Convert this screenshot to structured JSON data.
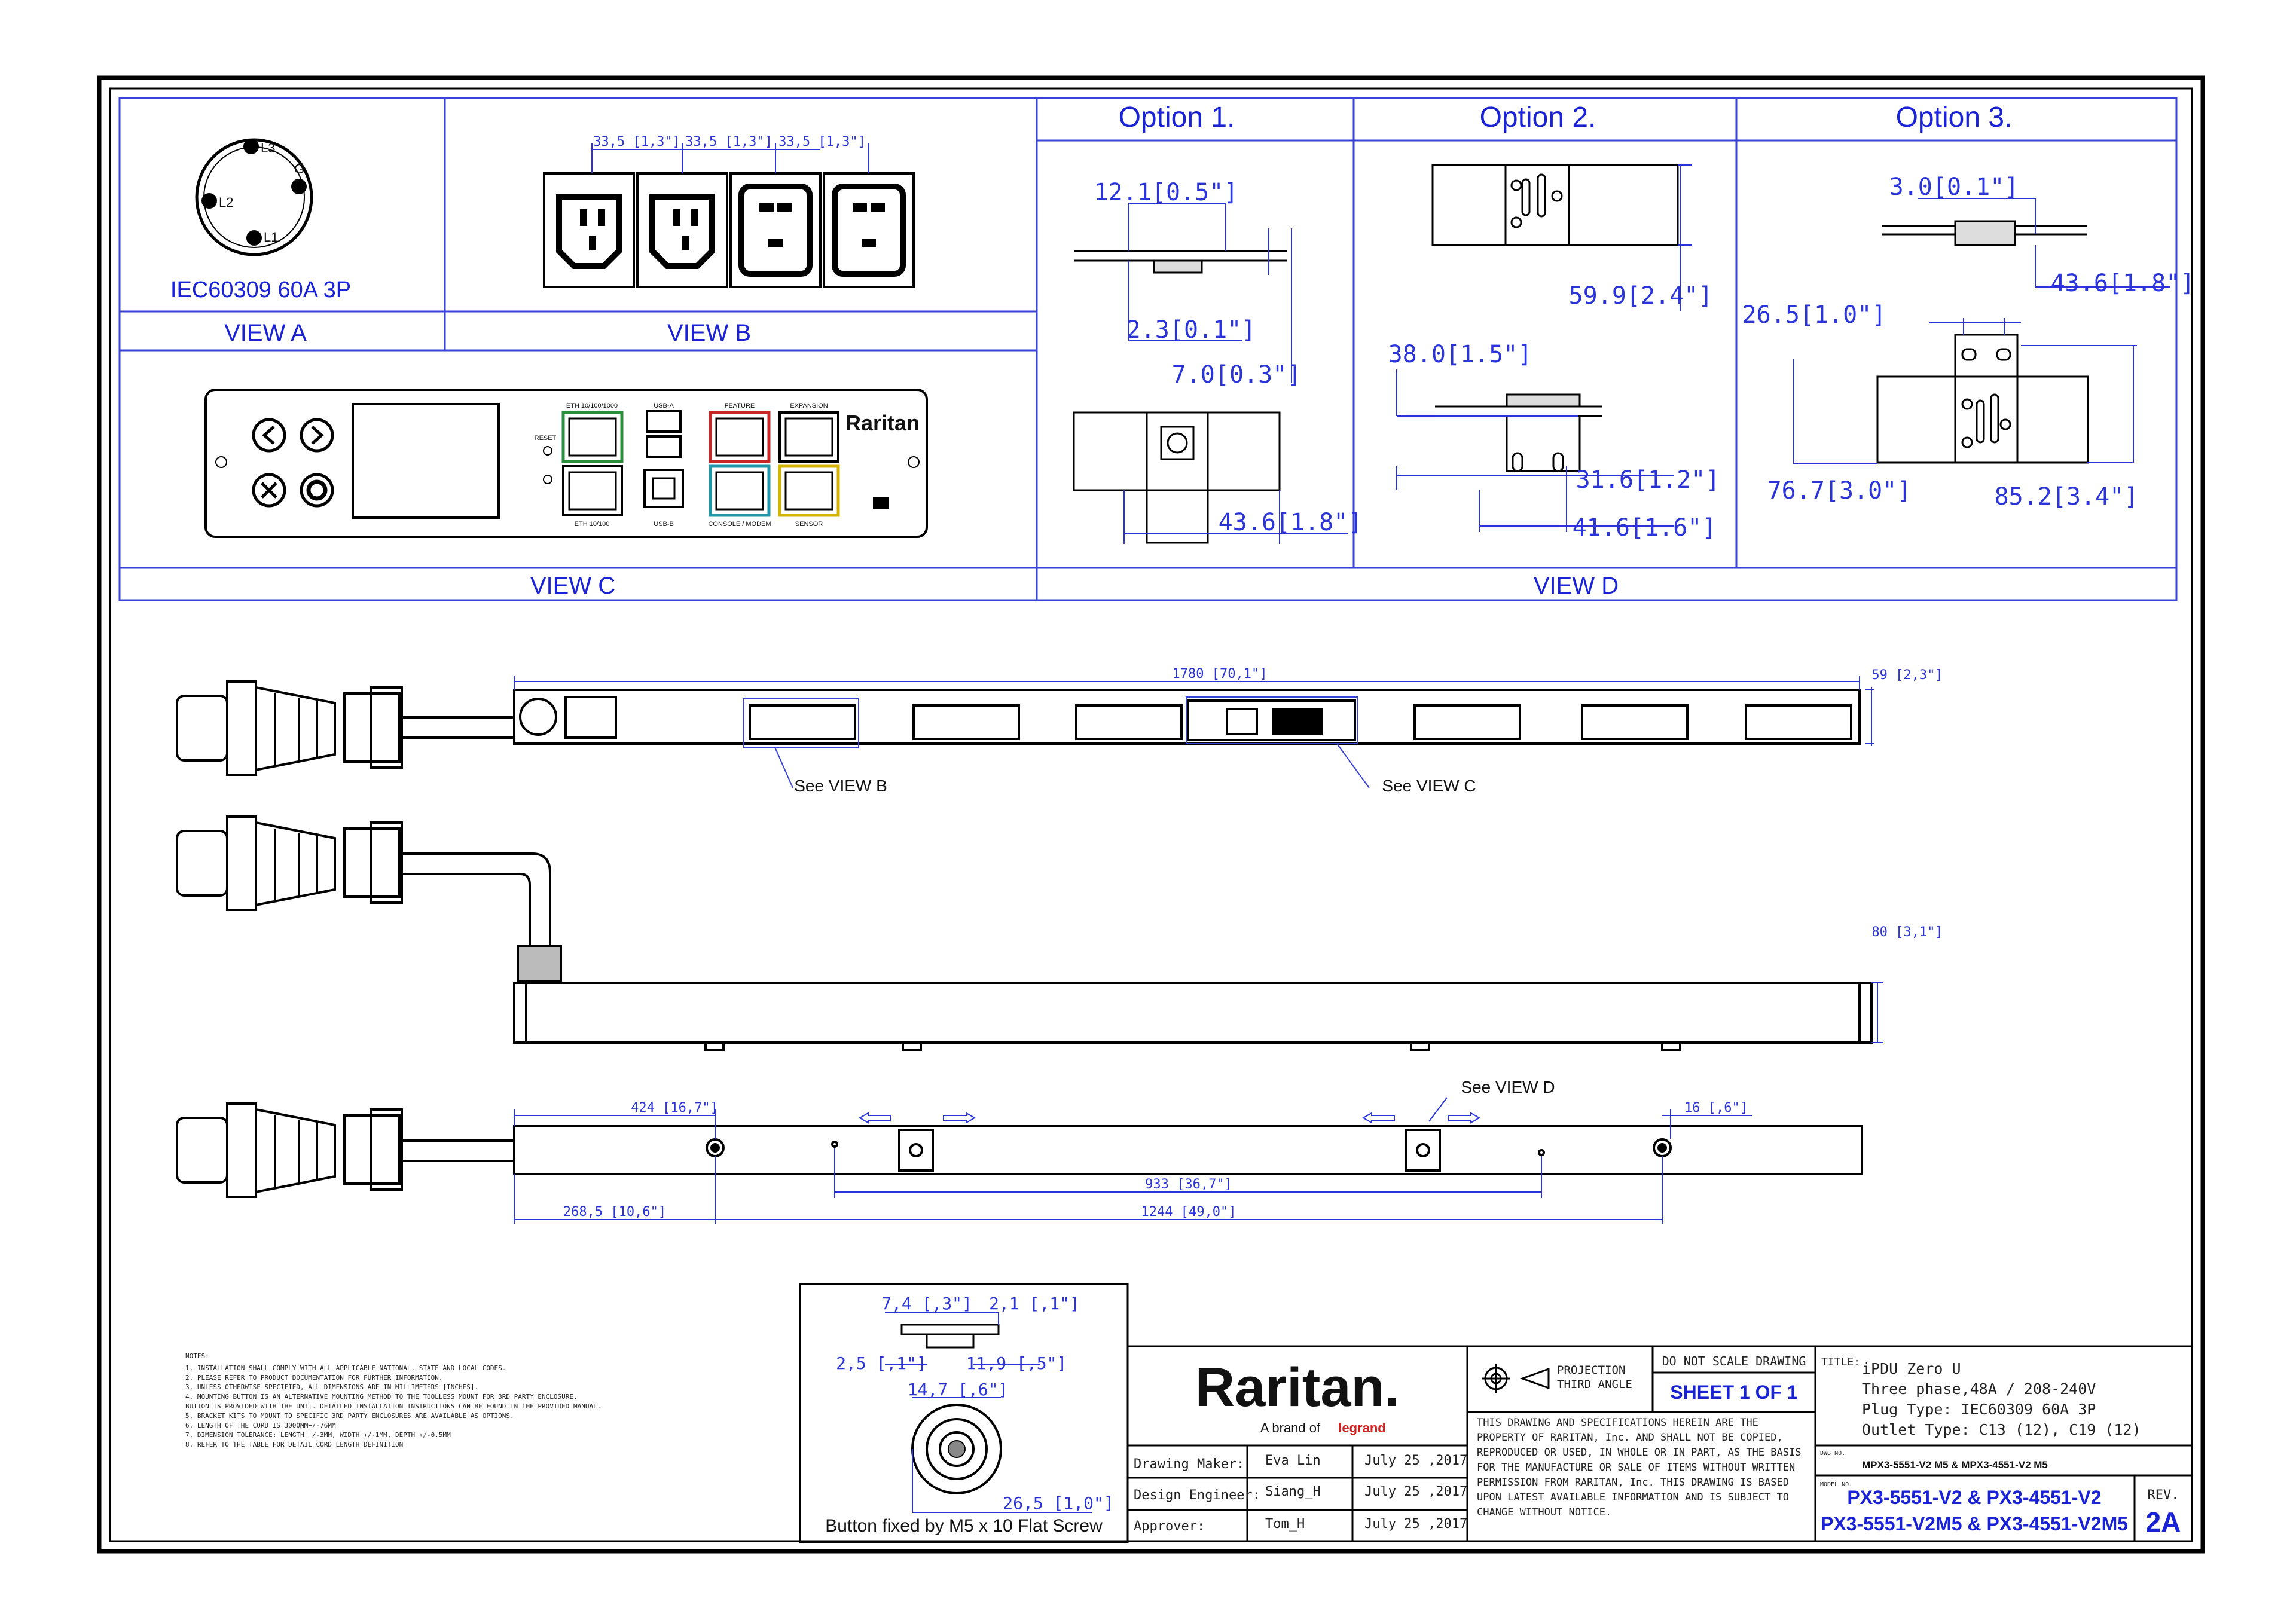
{
  "drawing": {
    "options": [
      "Option 1.",
      "Option  2.",
      "Option 3."
    ],
    "views": {
      "a_plug_label": "IEC60309 60A 3P",
      "a_pins": [
        "L3",
        "G",
        "L2",
        "L1"
      ],
      "a": "VIEW A",
      "b": "VIEW B",
      "c": "VIEW C",
      "d": "VIEW D",
      "b_dims": [
        "33,5 [1,3\"]",
        "33,5 [1,3\"]",
        "33,5 [1,3\"]"
      ]
    },
    "option1_dims": [
      "12.1[0.5\"]",
      "2.3[0.1\"]",
      "7.0[0.3\"]",
      "43.6[1.8\"]"
    ],
    "option2_dims": [
      "59.9[2.4\"]",
      "38.0[1.5\"]",
      "31.6[1.2\"]",
      "41.6[1.6\"]"
    ],
    "option3_dims": [
      "3.0[0.1\"]",
      "43.6[1.8\"]",
      "26.5[1.0\"]",
      "76.7[3.0\"]",
      "85.2[3.4\"]"
    ],
    "panel_labels": [
      "ETH 10/100/1000",
      "USB-A",
      "FEATURE",
      "EXPANSION",
      "RESET",
      "ETH 10/100",
      "USB-B",
      "CONSOLE / MODEM",
      "SENSOR"
    ],
    "panel_brand": "Raritan",
    "front_dims": {
      "length": "1780 [70,1\"]",
      "width": "59 [2,3\"]"
    },
    "callouts": [
      "See VIEW B",
      "See VIEW C",
      "See VIEW D"
    ],
    "side_dims": {
      "depth": "80 [3,1\"]"
    },
    "back_dims": [
      "424 [16,7\"]",
      "16 [,6\"]",
      "933 [36,7\"]",
      "268,5 [10,6\"]",
      "1244 [49,0\"]"
    ],
    "button_dims": [
      "7,4 [,3\"]",
      "2,1 [,1\"]",
      "2,5 [,1\"]",
      "11,9 [,5\"]",
      "14,7 [,6\"]",
      "26,5 [1,0\"]"
    ],
    "button_caption": "Button fixed by M5 x 10 Flat Screw",
    "notes_title": "NOTES:",
    "notes": [
      "1. INSTALLATION SHALL COMPLY WITH ALL APPLICABLE NATIONAL, STATE AND LOCAL CODES.",
      "2. PLEASE REFER TO PRODUCT DOCUMENTATION FOR FURTHER INFORMATION.",
      "3. UNLESS OTHERWISE SPECIFIED, ALL DIMENSIONS ARE IN MILLIMETERS [INCHES].",
      "4. MOUNTING BUTTON IS AN ALTERNATIVE MOUNTING METHOD TO THE TOOLLESS MOUNT FOR 3RD PARTY ENCLOSURE.",
      "   BUTTON IS PROVIDED WITH THE UNIT. DETAILED INSTALLATION INSTRUCTIONS CAN BE FOUND IN THE PROVIDED MANUAL.",
      "5. BRACKET KITS TO MOUNT TO SPECIFIC 3RD PARTY ENCLOSURES ARE AVAILABLE AS OPTIONS.",
      "6. LENGTH OF THE CORD IS 3000MM+/-76MM",
      "7. DIMENSION TOLERANCE: LENGTH +/-3MM, WIDTH +/-1MM, DEPTH +/-0.5MM",
      "8. REFER TO THE TABLE FOR DETAIL CORD LENGTH DEFINITION"
    ]
  },
  "title_block": {
    "logo": "Raritan.",
    "brand_line": "A brand of",
    "brand_parent": "legrand",
    "rows": [
      {
        "role": "Drawing Maker:",
        "name": "Eva Lin",
        "date": "July 25 ,2017"
      },
      {
        "role": "Design Engineer:",
        "name": "Siang_H",
        "date": "July 25 ,2017"
      },
      {
        "role": "Approver:",
        "name": "Tom_H",
        "date": "July 25 ,2017"
      }
    ],
    "projection": "PROJECTION THIRD ANGLE",
    "do_not_scale": "DO NOT SCALE DRAWING",
    "sheet": "SHEET 1 OF 1",
    "disclaimer": "THIS DRAWING AND SPECIFICATIONS HEREIN ARE THE PROPERTY OF RARITAN, Inc. AND SHALL NOT BE COPIED, REPRODUCED OR USED, IN WHOLE OR IN PART, AS THE BASIS FOR THE MANUFACTURE OR SALE OF ITEMS WITHOUT WRITTEN PERMISSION FROM RARITAN, Inc. THIS DRAWING IS BASED UPON LATEST AVAILABLE INFORMATION AND IS SUBJECT TO CHANGE WITHOUT NOTICE.",
    "title_label": "TITLE:",
    "title_lines": [
      "iPDU Zero U",
      "Three phase,48A / 208-240V",
      "Plug Type: IEC60309 60A 3P",
      "Outlet Type: C13 (12), C19 (12)"
    ],
    "dwg_label": "DWG NO.",
    "dwg_no": "MPX3-5551-V2 M5 & MPX3-4551-V2 M5",
    "model_label": "MODEL NO.",
    "model_1": "PX3-5551-V2 & PX3-4551-V2",
    "model_2": "PX3-5551-V2M5 & PX3-4551-V2M5",
    "rev_label": "REV.",
    "rev": "2A"
  },
  "colors": {
    "dimension": "#2a34d8",
    "heading": "#1a22d6",
    "line": "#111111"
  }
}
